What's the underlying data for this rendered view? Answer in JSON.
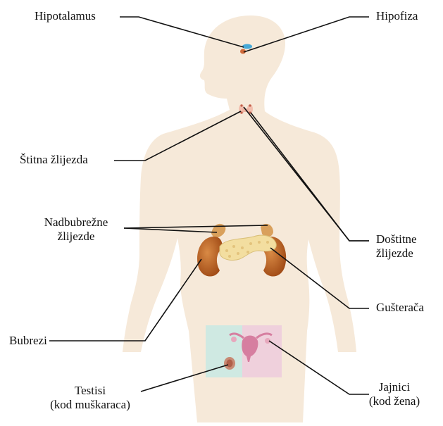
{
  "labels": {
    "hypothalamus": "Hipotalamus",
    "pituitary": "Hipofiza",
    "thyroid": "Štitna žlijezda",
    "adrenal_line1": "Nadbubrežne",
    "adrenal_line2": "žlijezde",
    "parathyroid_line1": "Doštitne",
    "parathyroid_line2": "žlijezde",
    "pancreas": "Gušterača",
    "kidneys": "Bubrezi",
    "testes_line1": "Testisi",
    "testes_line2": "(kod muškaraca)",
    "ovaries_line1": "Jajnici",
    "ovaries_line2": "(kod žena)"
  },
  "colors": {
    "skin": "#f6e9d9",
    "kidney": "#b85a1c",
    "pancreas": "#f3dea0",
    "male_panel": "#cfe9e2",
    "female_panel": "#efd0dc",
    "leader_lines": "#111111"
  }
}
